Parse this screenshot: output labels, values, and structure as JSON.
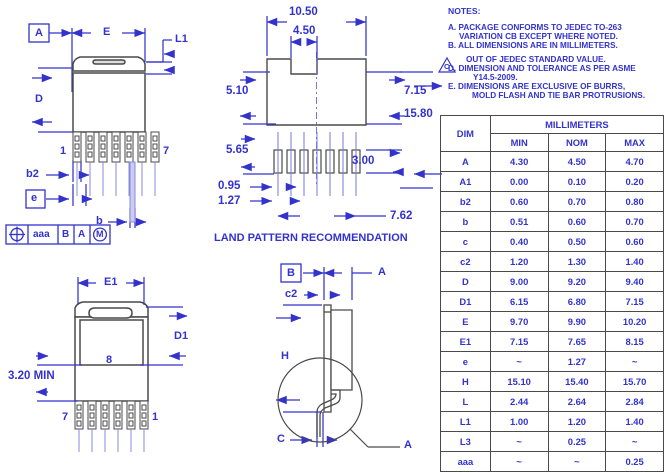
{
  "notes": {
    "title": "NOTES:",
    "items": [
      "A. PACKAGE CONFORMS TO JEDEC TO-263",
      "VARIATION CB EXCEPT WHERE NOTED.",
      "B. ALL DIMENSIONS ARE IN MILLIMETERS.",
      "OUT OF JEDEC STANDARD VALUE.",
      "D. DIMENSION AND TOLERANCE AS PER ASME",
      "Y14.5-2009.",
      "E. DIMENSIONS ARE EXCLUSIVE OF BURRS,",
      "MOLD FLASH AND TIE BAR PROTRUSIONS."
    ],
    "triangle_note_letter": "C"
  },
  "table": {
    "dim_header": "DIM",
    "unit_header": "MILLIMETERS",
    "columns": [
      "MIN",
      "NOM",
      "MAX"
    ],
    "rows": [
      {
        "dim": "A",
        "min": "4.30",
        "nom": "4.50",
        "max": "4.70"
      },
      {
        "dim": "A1",
        "min": "0.00",
        "nom": "0.10",
        "max": "0.20"
      },
      {
        "dim": "b2",
        "min": "0.60",
        "nom": "0.70",
        "max": "0.80"
      },
      {
        "dim": "b",
        "min": "0.51",
        "nom": "0.60",
        "max": "0.70"
      },
      {
        "dim": "c",
        "min": "0.40",
        "nom": "0.50",
        "max": "0.60"
      },
      {
        "dim": "c2",
        "min": "1.20",
        "nom": "1.30",
        "max": "1.40"
      },
      {
        "dim": "D",
        "min": "9.00",
        "nom": "9.20",
        "max": "9.40"
      },
      {
        "dim": "D1",
        "min": "6.15",
        "nom": "6.80",
        "max": "7.15"
      },
      {
        "dim": "E",
        "min": "9.70",
        "nom": "9.90",
        "max": "10.20"
      },
      {
        "dim": "E1",
        "min": "7.15",
        "nom": "7.65",
        "max": "8.15"
      },
      {
        "dim": "e",
        "min": "~",
        "nom": "1.27",
        "max": "~"
      },
      {
        "dim": "H",
        "min": "15.10",
        "nom": "15.40",
        "max": "15.70"
      },
      {
        "dim": "L",
        "min": "2.44",
        "nom": "2.64",
        "max": "2.84"
      },
      {
        "dim": "L1",
        "min": "1.00",
        "nom": "1.20",
        "max": "1.40"
      },
      {
        "dim": "L3",
        "min": "~",
        "nom": "0.25",
        "max": "~"
      },
      {
        "dim": "aaa",
        "min": "~",
        "nom": "~",
        "max": "0.25"
      }
    ]
  },
  "front_view": {
    "datum_a": "A",
    "dim_e": "E",
    "dim_l1": "L1",
    "dim_d": "D",
    "pin_first": "1",
    "pin_last": "7",
    "dim_b2": "b2",
    "dim_e_pitch": "e",
    "dim_b": "b",
    "fcf": [
      "aaa",
      "B",
      "A",
      "M"
    ],
    "fcf_symbol": "position-symbol"
  },
  "land_pattern": {
    "caption": "LAND PATTERN RECOMMENDATION",
    "dim_width": "10.50",
    "dim_notch": "4.50",
    "dim_left_upper": "5.10",
    "dim_left_lower": "5.65",
    "dim_right_upper": "7.15",
    "dim_overall": "15.80",
    "dim_pad": "3.00",
    "dim_pad_width": "0.95",
    "dim_pitch": "1.27",
    "dim_span": "7.62"
  },
  "bottom_view": {
    "dim_e1": "E1",
    "dim_d1": "D1",
    "tab_number": "8",
    "dim_min": "3.20 MIN",
    "pin_left": "7",
    "pin_right": "1"
  },
  "side_view": {
    "datum_b": "B",
    "dim_a": "A",
    "dim_c2": "c2",
    "dim_h": "H",
    "dim_c": "C",
    "detail_label": "A"
  },
  "colors": {
    "line_blue": "#3333cc",
    "outline_dark": "#4a4a4a",
    "background": "#ffffff"
  }
}
